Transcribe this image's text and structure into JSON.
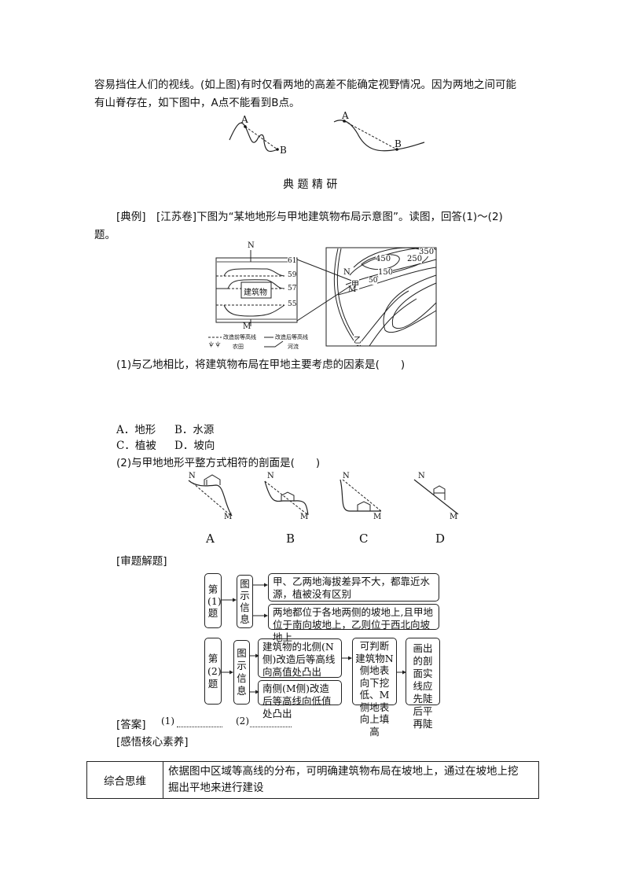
{
  "intro": {
    "line1": "容易挡住人们的视线。(如上图)有时仅看两地的高差不能确定视野情况。因为两地之间可能",
    "line2": "有山脊存在，如下图中，A点不能看到B点。",
    "fig_labels": {
      "a": "A",
      "b": "B"
    }
  },
  "section_title": "典 题 精 研",
  "example": {
    "line1": "[典例]　[江苏卷]下图为“某地地形与甲地建筑物布局示意图”。读图，回答(1)～(2)",
    "line2": "题。"
  },
  "map_figure": {
    "inset": {
      "north": "N",
      "south": "M",
      "building": "建筑物",
      "contours": [
        "61",
        "59",
        "57",
        "55"
      ]
    },
    "legend": {
      "before": "改造前等高线",
      "after": "改造后等高线",
      "farmland": "农田",
      "river": "河流"
    },
    "map": {
      "contours": [
        "350",
        "450",
        "250",
        "150",
        "50"
      ],
      "places": {
        "jia": "甲",
        "yi": "乙",
        "n": "N",
        "m": "M"
      }
    }
  },
  "question1": {
    "stem": "(1)与乙地相比，将建筑物布局在甲地主要考虑的因素是(　　)",
    "options": [
      "A．地形",
      "B．水源",
      "C．植被",
      "D．坡向"
    ]
  },
  "question2": {
    "stem": "(2)与甲地地形平整方式相符的剖面是(　　)",
    "profiles": [
      {
        "label": "A",
        "n": "N",
        "m": "M"
      },
      {
        "label": "B",
        "n": "N",
        "m": "M"
      },
      {
        "label": "C",
        "n": "N",
        "m": "M"
      },
      {
        "label": "D",
        "n": "N",
        "m": "M"
      }
    ]
  },
  "analysis": {
    "heading": "[审题解题]",
    "q1": {
      "label": "第(1)题",
      "info": "图示信息",
      "points": [
        "甲、乙两地海拔差异不大，都靠近水源，植被没有区别",
        "两地都位于各地两侧的坡地上,且甲地位于南向坡地上，乙则位于西北向坡地上"
      ]
    },
    "q2": {
      "label": "第(2)题",
      "info": "图示信息",
      "points": [
        "建筑物的北侧(N侧)改造后等高线向高值处凸出",
        "南侧(M侧)改造后等高线向低值处凸出"
      ],
      "inference": "可判断建筑物N侧地表向下挖低、M侧地表向上填高",
      "conclusion": "画出的剖面实线应先陡后平再陡"
    }
  },
  "answer": {
    "label": "[答案]",
    "q1": "(1)",
    "q2": "(2)"
  },
  "core": {
    "heading": "[感悟核心素养]",
    "table": {
      "name": "综合思维",
      "text_line1": "依据图中区域等高线的分布，可明确建筑物布局在坡地上，通过在坡地上挖",
      "text_line2": "掘出平地来进行建设"
    }
  }
}
